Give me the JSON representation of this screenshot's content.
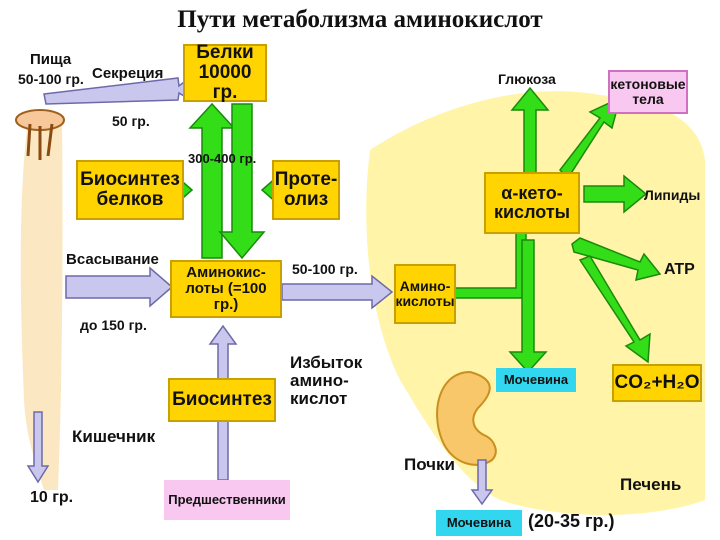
{
  "title": "Пути метаболизма аминокислот",
  "colors": {
    "yellow": "#ffd400",
    "green": "#33dd18",
    "cyan": "#33d6ef",
    "lavender": "#c9c7ee",
    "pink": "#f8c8f0",
    "liver": "#fff4a8",
    "intestine": "#fbe6bb"
  },
  "left": {
    "food_label": "Пища",
    "food_amount": "50-100 гр.",
    "secretion_label": "Секреция",
    "secretion_amount": "50 гр.",
    "proteins_box": "Белки\n10000 гр.",
    "turnover_amount": "300-400 гр.",
    "biosynthesis_proteins_box": "Биосинтез\nбелков",
    "proteolysis_box": "Проте-\nолиз",
    "absorption_label": "Всасывание",
    "absorption_amount": "до 150 гр.",
    "aminoacids_pool_box": "Аминокис-\nлоты (=100 гр.)",
    "transfer_amount": "50-100 гр.",
    "biosynthesis_box": "Биосинтез",
    "precursors_box": "Предшественники",
    "excess_label": "Избыток\nамино-\nкислот",
    "intestine_label": "Кишечник",
    "fecal_amount": "10 гр."
  },
  "right": {
    "liver_aminoacids_box": "Амино-\nкислоты",
    "ketoacids_box": "α-кето-\nкислоты",
    "glucose_label": "Глюкоза",
    "ketone_bodies_box": "кетоновые\nтела",
    "lipids_label": "Липиды",
    "atp_label": "ATP",
    "urea_box": "Мочевина",
    "co2_box": "CO₂+H₂O",
    "kidneys_label": "Почки",
    "liver_label": "Печень",
    "urine_urea_box": "Мочевина",
    "urine_amount": "(20-35 гр.)"
  }
}
